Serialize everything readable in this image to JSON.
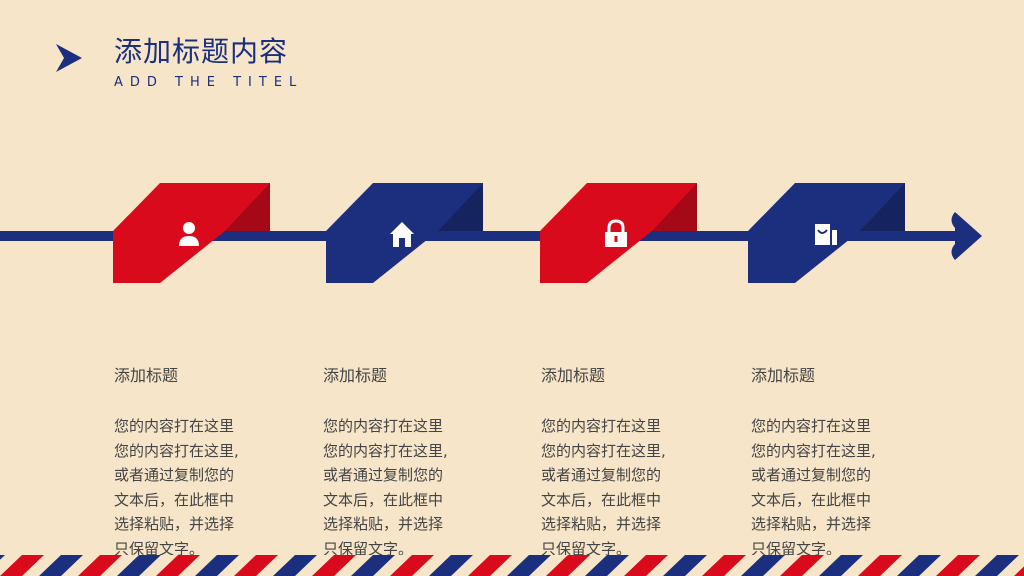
{
  "header": {
    "title": "添加标题内容",
    "subtitle": "ADD THE TITEL"
  },
  "colors": {
    "background": "#f6e5c8",
    "navy": "#1b2f7e",
    "red": "#d90a1c"
  },
  "steps": [
    {
      "icon": "user-icon",
      "color": "red",
      "heading": "添加标题",
      "body": "您的内容打在这里\n您的内容打在这里,\n或者通过复制您的\n文本后，在此框中\n选择粘贴，并选择\n只保留文字。"
    },
    {
      "icon": "home-icon",
      "color": "navy",
      "heading": "添加标题",
      "body": "您的内容打在这里\n您的内容打在这里,\n或者通过复制您的\n文本后，在此框中\n选择粘贴，并选择\n只保留文字。"
    },
    {
      "icon": "lock-icon",
      "color": "red",
      "heading": "添加标题",
      "body": "您的内容打在这里\n您的内容打在这里,\n或者通过复制您的\n文本后，在此框中\n选择粘贴，并选择\n只保留文字。"
    },
    {
      "icon": "shopping-bag-icon",
      "color": "navy",
      "heading": "添加标题",
      "body": "您的内容打在这里\n您的内容打在这里,\n或者通过复制您的\n文本后，在此框中\n选择粘贴，并选择\n只保留文字。"
    }
  ]
}
